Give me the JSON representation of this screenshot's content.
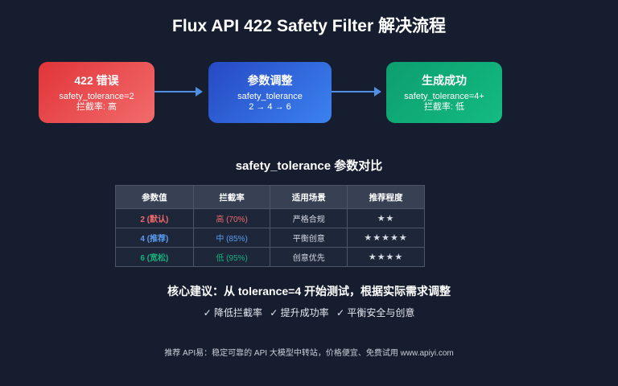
{
  "title": "Flux API 422 Safety Filter 解决流程",
  "flow": {
    "steps": [
      {
        "title": "422 错误",
        "line1": "safety_tolerance=2",
        "line2": "拦截率: 高",
        "color": "#e1353a"
      },
      {
        "title": "参数调整",
        "line1": "safety_tolerance",
        "line2": "2 → 4 → 6",
        "color": "#2f63d8"
      },
      {
        "title": "生成成功",
        "line1": "safety_tolerance=4+",
        "line2": "拦截率: 低",
        "color": "#10b07a"
      }
    ],
    "arrow_color": "#4f8fe6"
  },
  "comparison": {
    "title": "safety_tolerance 参数对比",
    "headers": [
      "参数值",
      "拦截率",
      "适用场景",
      "推荐程度"
    ],
    "rows": [
      {
        "value": "2 (默认)",
        "rate": "高 (70%)",
        "scenario": "严格合规",
        "stars": "★★",
        "color": "#f06a6a",
        "star_color": "#f06a6a"
      },
      {
        "value": "4 (推荐)",
        "rate": "中 (85%)",
        "scenario": "平衡创意",
        "stars": "★★★★★",
        "color": "#5b9bf0",
        "star_color": "#13b07c"
      },
      {
        "value": "6 (宽松)",
        "rate": "低 (95%)",
        "scenario": "创意优先",
        "stars": "★★★★",
        "color": "#17b07c",
        "star_color": "#f5c024"
      }
    ]
  },
  "advice": "核心建议：从 tolerance=4 开始测试，根据实际需求调整",
  "benefits": [
    "✓ 降低拦截率",
    "✓ 提升成功率",
    "✓ 平衡安全与创意"
  ],
  "footer": "推荐 API易：稳定可靠的 API 大模型中转站，价格便宜、免费试用 www.apiyi.com"
}
